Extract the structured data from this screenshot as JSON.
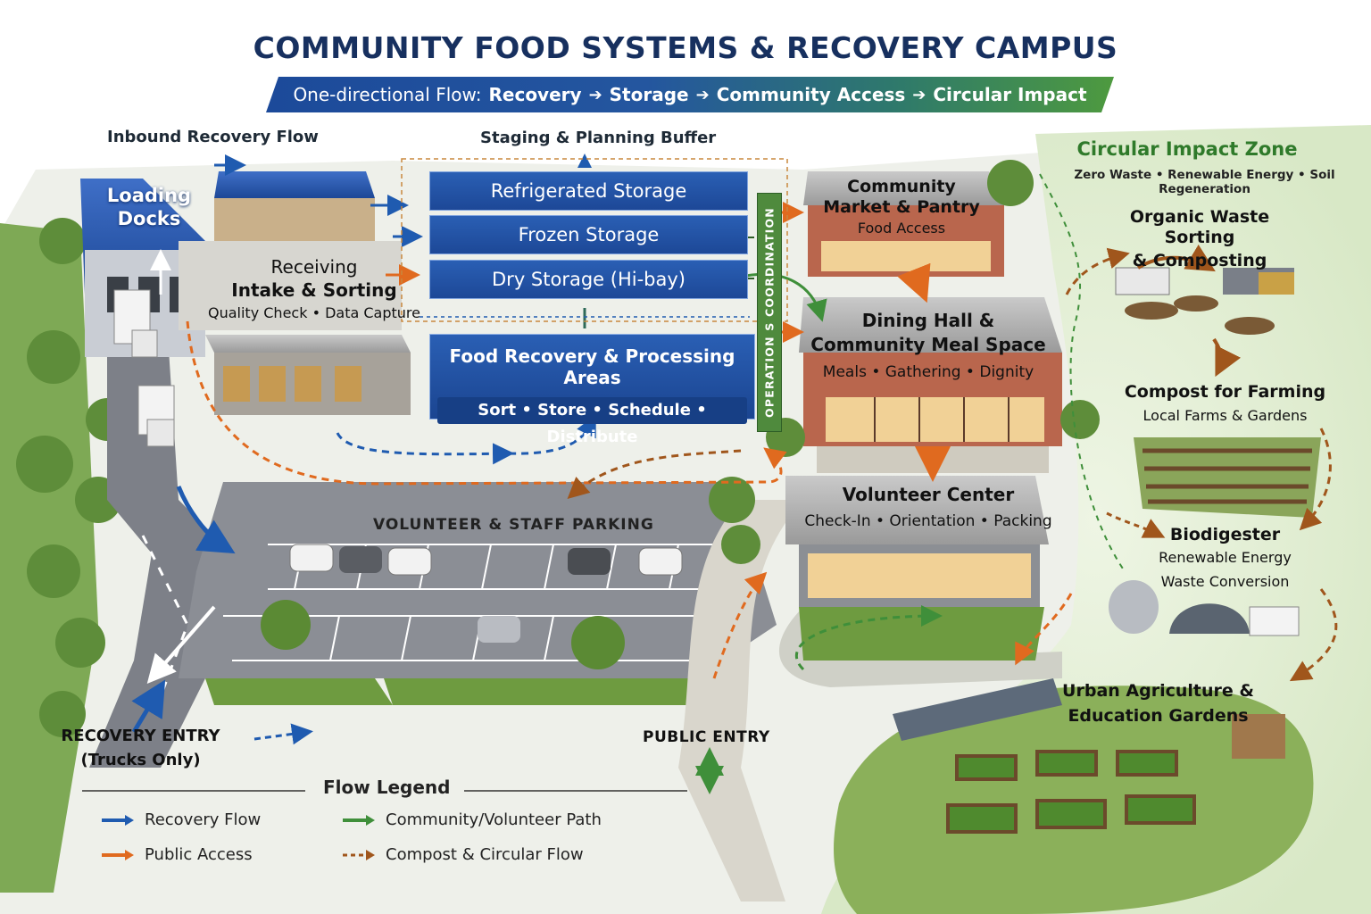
{
  "header": {
    "title": "COMMUNITY FOOD SYSTEMS & RECOVERY CAMPUS",
    "flow_banner": {
      "prefix": "One-directional Flow:",
      "steps": [
        "Recovery",
        "Storage",
        "Community Access",
        "Circular Impact"
      ]
    }
  },
  "left_zone": {
    "inbound_label": "Inbound Recovery Flow",
    "loading_docks": "Loading Docks",
    "receiving_title_1": "Receiving",
    "receiving_title_2": "Intake & Sorting",
    "receiving_sub": "Quality Check • Data Capture"
  },
  "storage_zone": {
    "buffer_label": "Staging & Planning Buffer",
    "refrigerated": "Refrigerated Storage",
    "frozen": "Frozen Storage",
    "dry": "Dry Storage (Hi-bay)",
    "processing_title": "Food Recovery & Processing Areas",
    "processing_sub": "Sort • Store • Schedule • Distribute",
    "operations_bar": "OPERATION S COORDINATION"
  },
  "community_zone": {
    "market_title": "Community Market & Pantry",
    "market_sub": "Food Access",
    "dining_title_1": "Dining Hall &",
    "dining_title_2": "Community Meal Space",
    "dining_sub": "Meals • Gathering • Dignity",
    "volunteer_title": "Volunteer Center",
    "volunteer_sub": "Check-In • Orientation • Packing"
  },
  "circular_zone": {
    "title": "Circular Impact Zone",
    "subtitle": "Zero Waste • Renewable Energy • Soil Regeneration",
    "organic_title_1": "Organic Waste Sorting",
    "organic_title_2": "& Composting",
    "compost_title": "Compost for Farming",
    "compost_sub": "Local Farms & Gardens",
    "biodigester_title": "Biodigester",
    "biodigester_sub_1": "Renewable Energy",
    "biodigester_sub_2": "Waste Conversion",
    "urban_title_1": "Urban Agriculture &",
    "urban_title_2": "Education Gardens"
  },
  "site": {
    "parking_label": "VOLUNTEER & STAFF PARKING",
    "recovery_entry_1": "RECOVERY ENTRY",
    "recovery_entry_2": "(Trucks Only)",
    "public_entry": "PUBLIC ENTRY"
  },
  "legend": {
    "title": "Flow Legend",
    "items": [
      {
        "label": "Recovery Flow",
        "color": "#1f5bb0",
        "style": "solid"
      },
      {
        "label": "Community/Volunteer Path",
        "color": "#3f8f3a",
        "style": "solid"
      },
      {
        "label": "Public Access",
        "color": "#e06a1f",
        "style": "solid"
      },
      {
        "label": "Compost & Circular Flow",
        "color": "#a0561c",
        "style": "dashed"
      }
    ]
  },
  "colors": {
    "title": "#17305f",
    "recovery_blue": "#1f5bb0",
    "community_green": "#3f8f3a",
    "public_orange": "#e06a1f",
    "compost_brown": "#a0561c"
  }
}
